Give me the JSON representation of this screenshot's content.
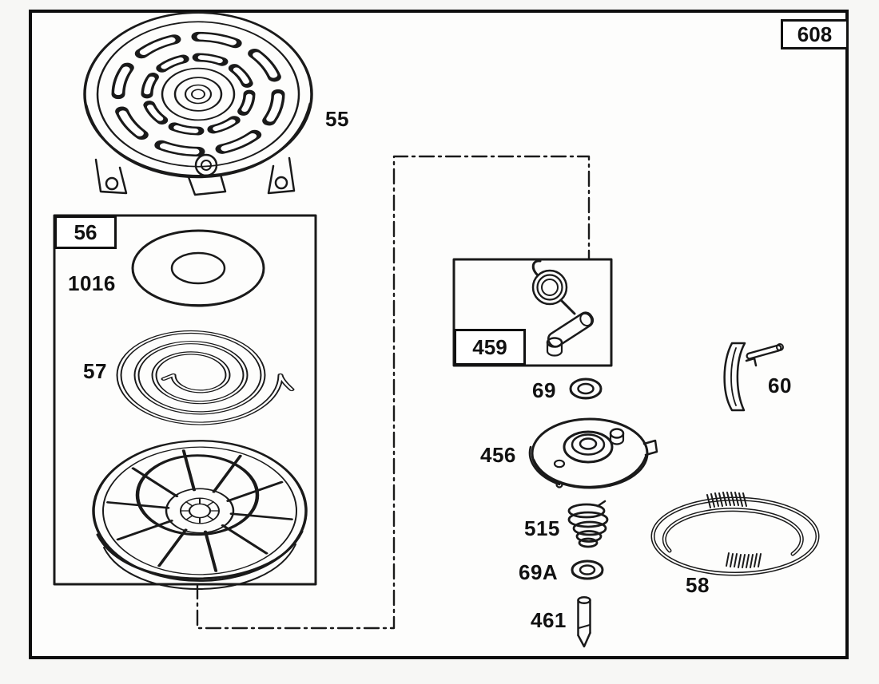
{
  "figure": {
    "page_box_label": "608"
  },
  "callouts": {
    "c55": "55",
    "c56": "56",
    "c1016": "1016",
    "c57": "57",
    "c459": "459",
    "c69": "69",
    "c456": "456",
    "c515": "515",
    "c69A": "69A",
    "c461": "461",
    "c58": "58",
    "c60": "60"
  }
}
